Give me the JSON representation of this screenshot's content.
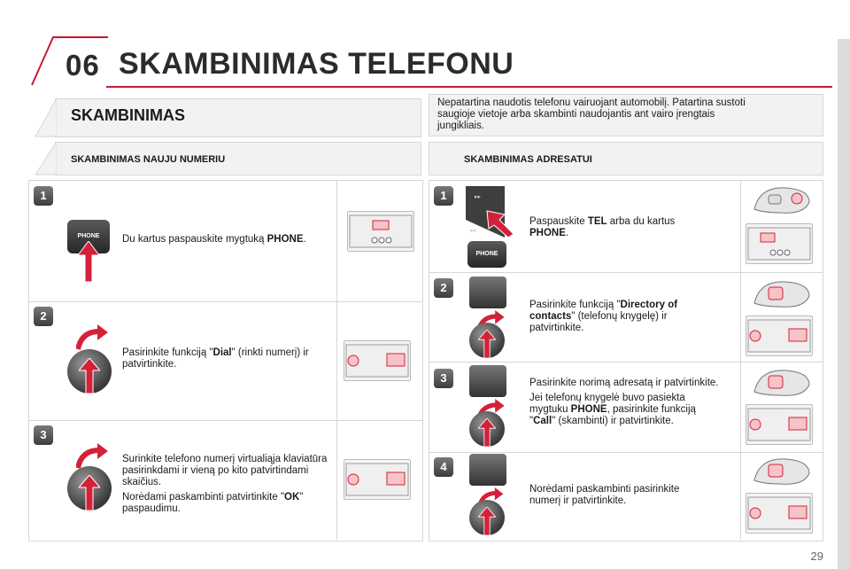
{
  "header": {
    "chapter_number": "06",
    "chapter_title": "SKAMBINIMAS TELEFONU"
  },
  "warning": {
    "text": "Nepatartina naudotis telefonu vairuojant automobilį. Patartina sustoti saugioje vietoje arba skambinti naudojantis ant vairo įrengtais jungikliais."
  },
  "main_section": {
    "title": "SKAMBINIMAS"
  },
  "left": {
    "title": "SKAMBINIMAS NAUJU NUMERIU",
    "button_label": "PHONE",
    "steps": [
      {
        "number": "1",
        "pre": "Du kartus paspauskite mygtuką ",
        "bold": "PHONE",
        "post": "."
      },
      {
        "number": "2",
        "pre": "Pasirinkite funkciją \"",
        "bold": "Dial",
        "post": "\" (rinkti numerį) ir patvirtinkite."
      },
      {
        "number": "3",
        "p1": "Surinkite telefono numerį virtualiąja klaviatūra pasirinkdami ir vieną po kito patvirtindami skaičius.",
        "p2_pre": "Norėdami paskambinti patvirtinkite \"",
        "p2_bold": "OK",
        "p2_post": "\" paspaudimu."
      }
    ]
  },
  "right": {
    "title": "SKAMBINIMAS ADRESATUI",
    "button_label": "PHONE",
    "steps": [
      {
        "number": "1",
        "pre": "Paspauskite ",
        "bold": "TEL",
        "mid": " arba du kartus ",
        "bold2": "PHONE",
        "post": "."
      },
      {
        "number": "2",
        "pre": "Pasirinkite funkciją \"",
        "bold": "Directory of contacts",
        "post": "\" (telefonų knygelę) ir patvirtinkite."
      },
      {
        "number": "3",
        "p1": "Pasirinkite norimą adresatą ir patvirtinkite.",
        "p2_pre": "Jei telefonų knygelė buvo pasiekta mygtuku ",
        "p2_bold": "PHONE",
        "p2_mid": ", pasirinkite funkciją \"",
        "p2_bold2": "Call",
        "p2_post": "\" (skambinti) ir patvirtinkite."
      },
      {
        "number": "4",
        "p1": "Norėdami paskambinti pasirinkite numerį ir patvirtinkite."
      }
    ]
  },
  "footer": {
    "page_number": "29"
  }
}
